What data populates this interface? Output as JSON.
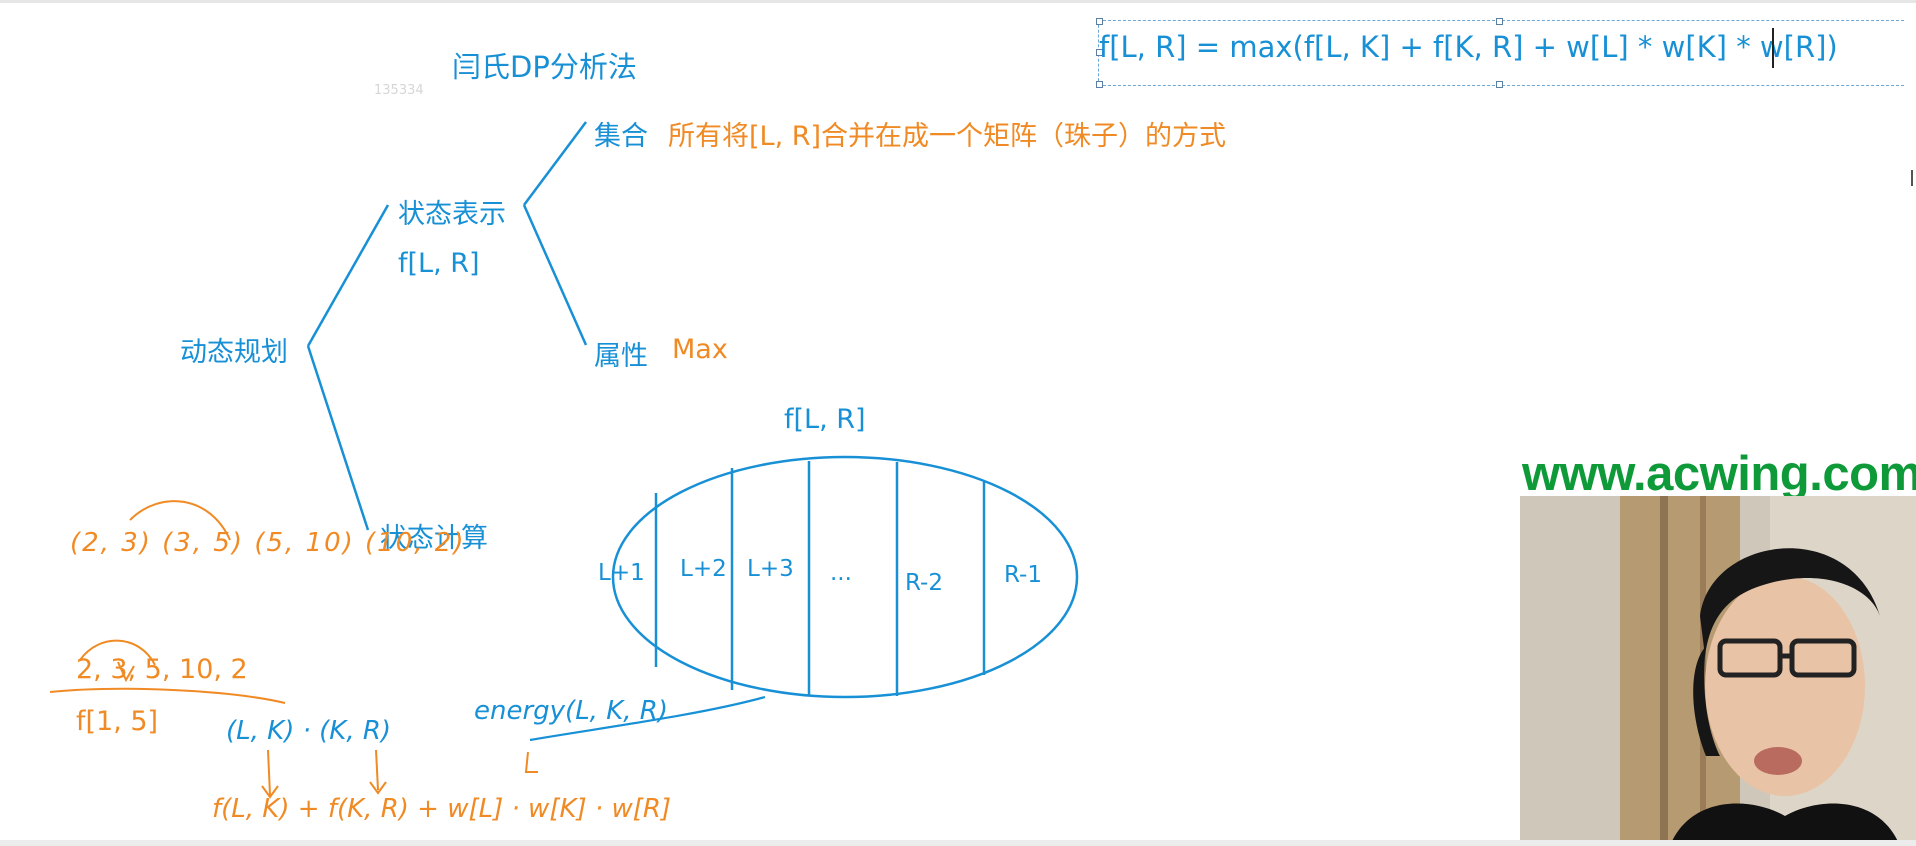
{
  "slide": {
    "title": "闫氏DP分析法",
    "watermark": "135334",
    "formula": "f[L, R] = max(f[L, K] + f[K, R] + w[L] * w[K] * w[R])"
  },
  "tree": {
    "root": "动态规划",
    "state_repr": "状态表示",
    "state_sub": "f[L, R]",
    "set_label": "集合",
    "set_desc": "所有将[L, R]合并在成一个矩阵（珠子）的方式",
    "attr_label": "属性",
    "attr_value": "Max",
    "state_calc": "状态计算"
  },
  "ellipse": {
    "label": "f[L, R]",
    "cells": [
      "L+1",
      "L+2",
      "L+3",
      "...",
      "R-2",
      "R-1"
    ]
  },
  "handwriting": {
    "pairs_line": "(2, 3)  (3, 5)  (5, 10)  (10, 2)",
    "sequence": "2, 3, 5, 10, 2",
    "f15": "f[1, 5]",
    "split": "(L, K) · (K, R)",
    "energy": "energy(L, K, R)",
    "sum": "f(L, K) + f(K, R) + w[L] · w[K] · w[R]"
  },
  "overlay": {
    "site": "www.acwing.com"
  },
  "colors": {
    "blue": "#1890d6",
    "orange": "#f08a24",
    "green": "#0f9a3a"
  }
}
